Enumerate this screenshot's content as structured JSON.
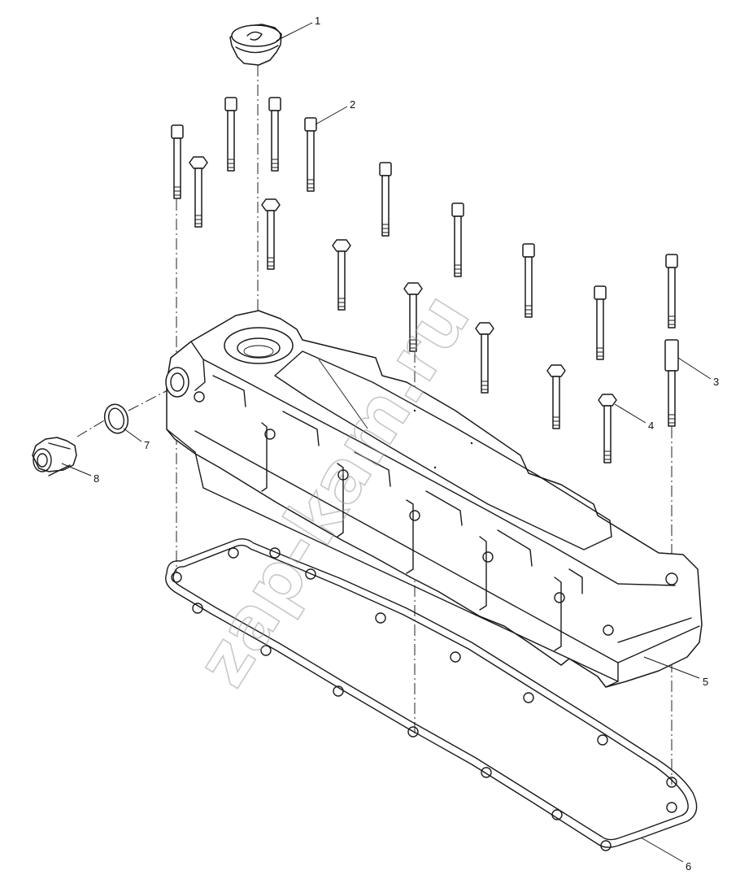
{
  "diagram": {
    "callouts": [
      "1",
      "2",
      "3",
      "4",
      "5",
      "6",
      "7",
      "8"
    ]
  },
  "watermark": {
    "text": "zap-kam.ru"
  }
}
